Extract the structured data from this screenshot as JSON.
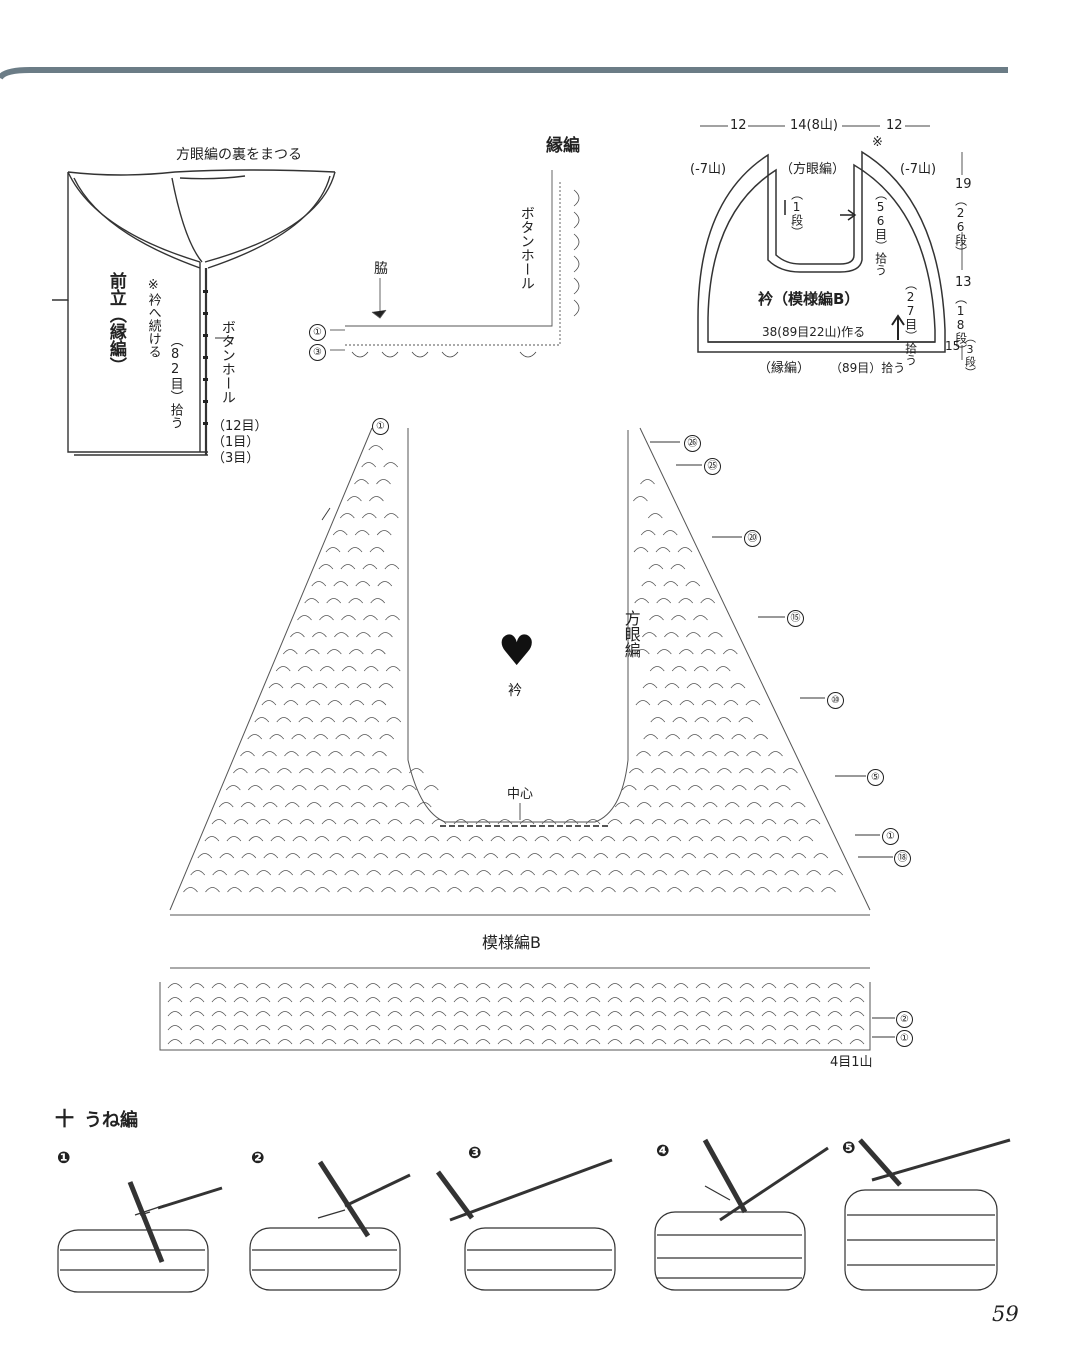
{
  "page_number": "59",
  "diagram_a": {
    "top_note": "方眼編の裏をまつる",
    "front_band": "前立（縁編）",
    "collar_note": "※衿へ続ける",
    "pickup": "（82目）拾う",
    "buttonhole": "ボタンホール",
    "counts": [
      "（12目）",
      "（1目）",
      "（3目）"
    ]
  },
  "diagram_b": {
    "title": "縁編",
    "side": "脇",
    "buttonhole": "ボタンホール",
    "rows": [
      "①",
      "③"
    ]
  },
  "diagram_c": {
    "dims_top": [
      "12",
      "14(8山)",
      "12"
    ],
    "star": "※",
    "left_rows": "(-7山)",
    "right_rows": "(-7山)",
    "mesh": "（方眼編）",
    "one_row": "（1段）",
    "pick56": "（56目）拾う",
    "collar": "衿（模様編B）",
    "pick27": "（27目）拾う",
    "make": "38(89目22山)作る",
    "edge": "（縁編）",
    "pick89": "（89目）拾う",
    "right_dims": [
      "19",
      "（26段）",
      "13",
      "（18段）",
      "15",
      "（3段）"
    ]
  },
  "chart": {
    "title": "衿",
    "mesh": "方眼編",
    "center": "中心",
    "pattern": "模様編B",
    "bottom": "4目1山",
    "row_top_left": "①",
    "rows_right": [
      "㉖",
      "㉕",
      "⑳",
      "⑮",
      "⑩",
      "⑤",
      "①",
      "⑱"
    ],
    "rows_bottom": [
      "②",
      "①"
    ]
  },
  "tutorial": {
    "symbol": "十",
    "title": "うね編",
    "steps": [
      "❶",
      "❷",
      "❸",
      "❹",
      "❺"
    ]
  }
}
